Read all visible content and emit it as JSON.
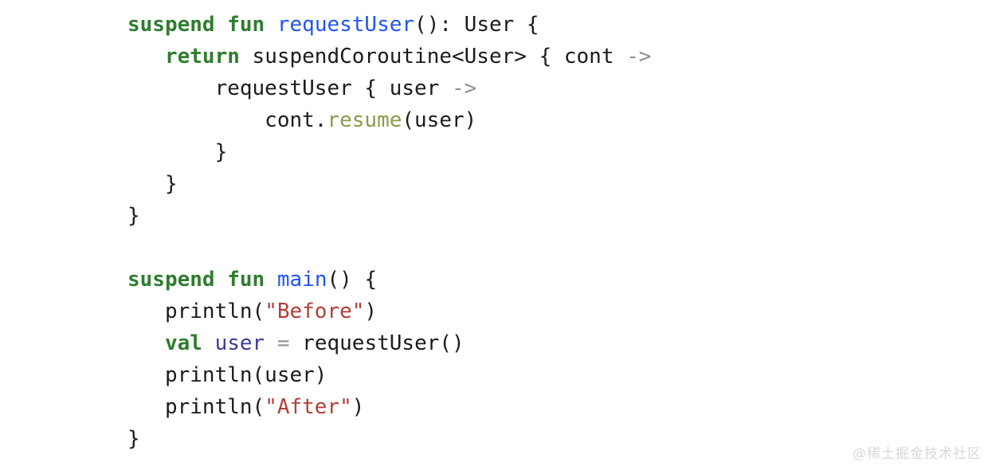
{
  "page": {
    "background": "#ffffff"
  },
  "watermark": {
    "text": "@稀土掘金技术社区",
    "color": "#d8d8d8"
  },
  "code": {
    "language": "kotlin",
    "colors": {
      "keyword": "#2f7d2f",
      "function": "#2254f4",
      "string": "#b13f38",
      "extension": "#8b9a4a",
      "variable": "#3b3a9e",
      "operator": "#8a9298",
      "plain": "#1b1b1b"
    },
    "lines": [
      [
        {
          "t": "suspend",
          "c": "keyword"
        },
        {
          "t": " ",
          "c": "plain"
        },
        {
          "t": "fun",
          "c": "keyword"
        },
        {
          "t": " ",
          "c": "plain"
        },
        {
          "t": "requestUser",
          "c": "function"
        },
        {
          "t": "(): User {",
          "c": "plain"
        }
      ],
      [
        {
          "t": "   ",
          "c": "plain"
        },
        {
          "t": "return",
          "c": "keyword"
        },
        {
          "t": " suspendCoroutine<User> { cont ",
          "c": "plain"
        },
        {
          "t": "->",
          "c": "operator"
        }
      ],
      [
        {
          "t": "       requestUser { user ",
          "c": "plain"
        },
        {
          "t": "->",
          "c": "operator"
        }
      ],
      [
        {
          "t": "           cont.",
          "c": "plain"
        },
        {
          "t": "resume",
          "c": "extension"
        },
        {
          "t": "(user)",
          "c": "plain"
        }
      ],
      [
        {
          "t": "       }",
          "c": "plain"
        }
      ],
      [
        {
          "t": "   }",
          "c": "plain"
        }
      ],
      [
        {
          "t": "}",
          "c": "plain"
        }
      ],
      [],
      [
        {
          "t": "suspend",
          "c": "keyword"
        },
        {
          "t": " ",
          "c": "plain"
        },
        {
          "t": "fun",
          "c": "keyword"
        },
        {
          "t": " ",
          "c": "plain"
        },
        {
          "t": "main",
          "c": "function"
        },
        {
          "t": "() {",
          "c": "plain"
        }
      ],
      [
        {
          "t": "   println(",
          "c": "plain"
        },
        {
          "t": "\"Before\"",
          "c": "string"
        },
        {
          "t": ")",
          "c": "plain"
        }
      ],
      [
        {
          "t": "   ",
          "c": "plain"
        },
        {
          "t": "val",
          "c": "keyword"
        },
        {
          "t": " ",
          "c": "plain"
        },
        {
          "t": "user",
          "c": "variable"
        },
        {
          "t": " ",
          "c": "plain"
        },
        {
          "t": "=",
          "c": "operator"
        },
        {
          "t": " requestUser()",
          "c": "plain"
        }
      ],
      [
        {
          "t": "   println(user)",
          "c": "plain"
        }
      ],
      [
        {
          "t": "   println(",
          "c": "plain"
        },
        {
          "t": "\"After\"",
          "c": "string"
        },
        {
          "t": ")",
          "c": "plain"
        }
      ],
      [
        {
          "t": "}",
          "c": "plain"
        }
      ]
    ]
  }
}
